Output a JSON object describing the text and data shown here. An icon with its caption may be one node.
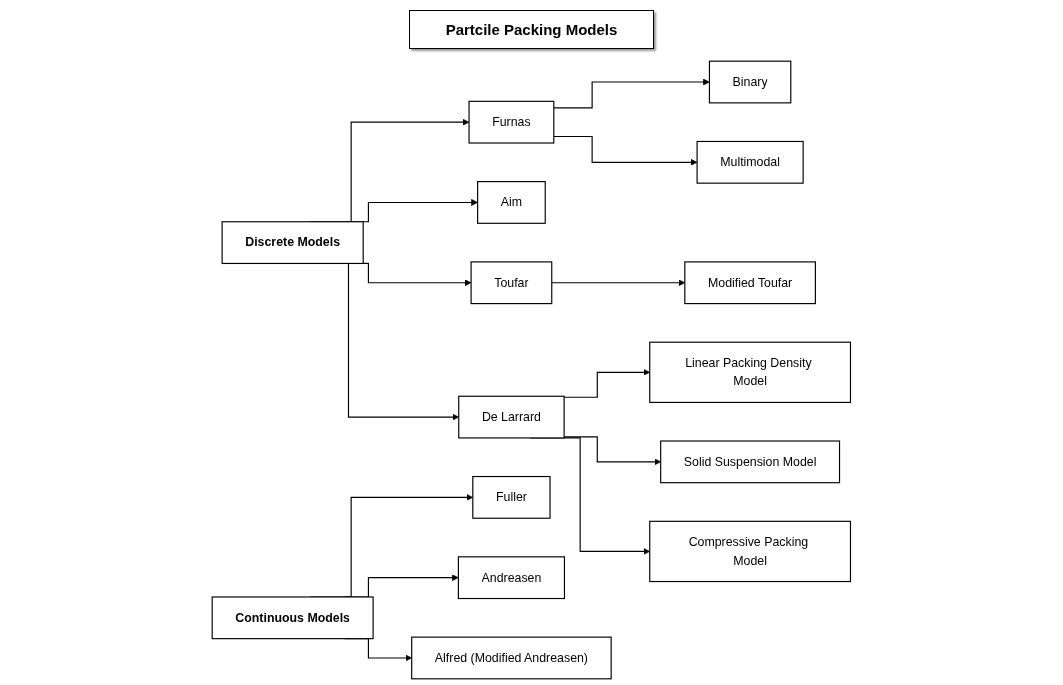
{
  "diagram": {
    "title": "Partcile Packing Models",
    "nodes": [
      {
        "text": [
          "Discrete Models"
        ]
      },
      {
        "text": [
          "Furnas"
        ]
      },
      {
        "text": [
          "Binary"
        ]
      },
      {
        "text": [
          "Multimodal"
        ]
      },
      {
        "text": [
          "Aim"
        ]
      },
      {
        "text": [
          "Toufar"
        ]
      },
      {
        "text": [
          "Modified Toufar"
        ]
      },
      {
        "text": [
          "De Larrard"
        ]
      },
      {
        "text": [
          "Linear Packing Density Model"
        ]
      },
      {
        "text": [
          "Solid Suspension Model"
        ]
      },
      {
        "text": [
          "Compressive Packing Model"
        ]
      },
      {
        "text": [
          "Continuous Models"
        ]
      },
      {
        "text": [
          "Fuller"
        ]
      },
      {
        "text": [
          "Andreasen"
        ]
      },
      {
        "text": [
          "Alfred (Modified Andreasen)"
        ]
      }
    ],
    "edges": [
      {
        "from": 0,
        "to": 1,
        "arrow": "to"
      },
      {
        "from": 1,
        "to": 2,
        "arrow": "to"
      },
      {
        "from": 1,
        "to": 3,
        "arrow": "to"
      },
      {
        "from": 0,
        "to": 4,
        "arrow": "to"
      },
      {
        "from": 0,
        "to": 5,
        "arrow": "to"
      },
      {
        "from": 5,
        "to": 6,
        "arrow": "to"
      },
      {
        "from": 0,
        "to": 7,
        "arrow": "to"
      },
      {
        "from": 7,
        "to": 8,
        "arrow": "to"
      },
      {
        "from": 7,
        "to": 9,
        "arrow": "to"
      },
      {
        "from": 7,
        "to": 10,
        "arrow": "to"
      },
      {
        "from": 11,
        "to": 12,
        "arrow": "to"
      },
      {
        "from": 11,
        "to": 13,
        "arrow": "to"
      },
      {
        "from": 11,
        "to": 14,
        "arrow": "to"
      }
    ]
  }
}
